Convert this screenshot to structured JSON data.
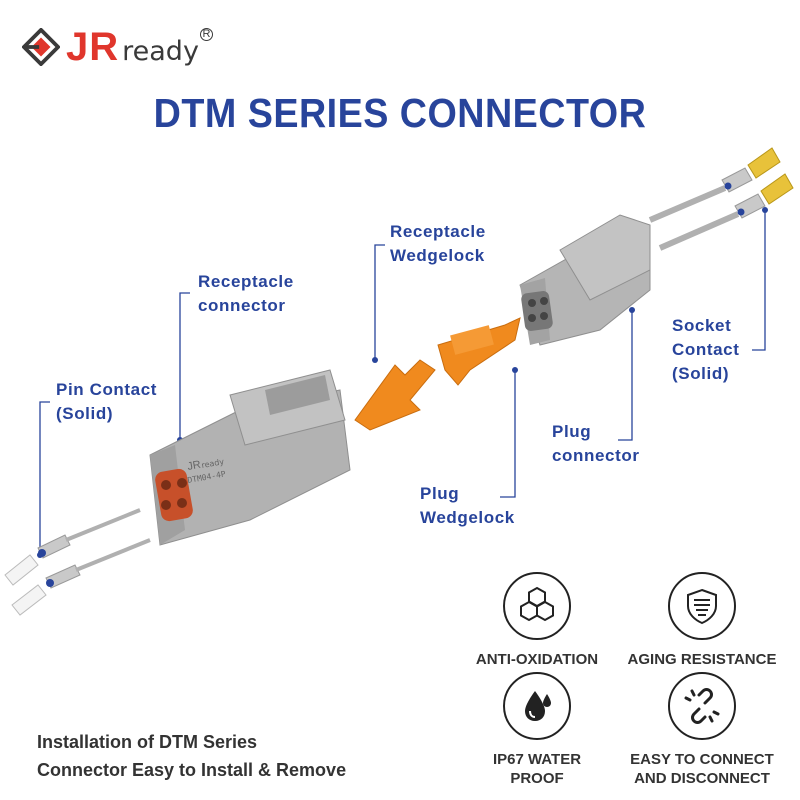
{
  "brand": {
    "mark": "JR",
    "ready": "ready",
    "reg": "R"
  },
  "title": "DTM SERIES CONNECTOR",
  "callouts": {
    "receptacle_connector": [
      "Receptacle",
      "connector"
    ],
    "receptacle_wedgelock": [
      "Receptacle",
      "Wedgelock"
    ],
    "pin_contact": [
      "Pin Contact",
      "(Solid)"
    ],
    "socket_contact": [
      "Socket",
      "Contact",
      "(Solid)"
    ],
    "plug_connector": [
      "Plug",
      "connector"
    ],
    "plug_wedgelock": [
      "Plug",
      "Wedgelock"
    ]
  },
  "product_marking": {
    "brand": "JR",
    "ready": "ready",
    "part": "DTM04-4P"
  },
  "installation": [
    "Installation of DTM Series",
    "Connector Easy to Install & Remove"
  ],
  "features": [
    {
      "icon": "hexagon-molecule-icon",
      "label": [
        "ANTI-OXIDATION"
      ]
    },
    {
      "icon": "shield-icon",
      "label": [
        "AGING RESISTANCE"
      ]
    },
    {
      "icon": "water-drop-icon",
      "label": [
        "IP67 WATER",
        "PROOF"
      ]
    },
    {
      "icon": "broken-link-icon",
      "label": [
        "EASY TO CONNECT",
        "AND DISCONNECT"
      ]
    }
  ],
  "colors": {
    "title": "#28449b",
    "brand_red": "#e0362c",
    "housing_gray": "#a9a9a9",
    "wedgelock_orange": "#f08a1e",
    "contact_gold": "#e8c23a"
  }
}
